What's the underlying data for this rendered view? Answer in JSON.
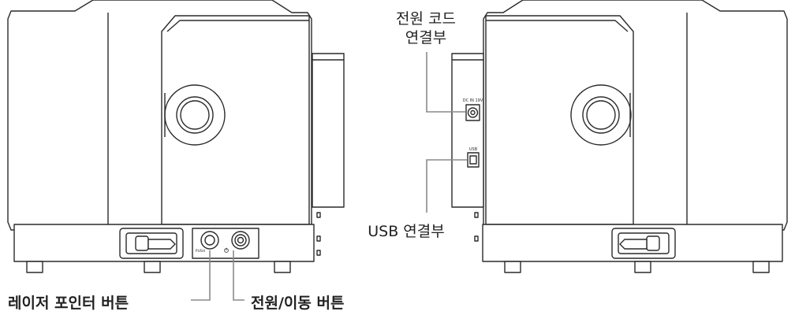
{
  "labels": {
    "power_cord_line1": "전원 코드",
    "power_cord_line2": "연결부",
    "usb_connector": "USB 연결부",
    "laser_pointer_button": "레이저 포인터 버튼",
    "power_move_button": "전원/이동 버튼"
  },
  "panel_marks": {
    "dc_in": "DC IN 19V",
    "usb": "USB",
    "push": "PUSH"
  },
  "colors": {
    "outline": "#2a2a2a",
    "leader_line": "#8a8a8a",
    "background": "#ffffff"
  }
}
